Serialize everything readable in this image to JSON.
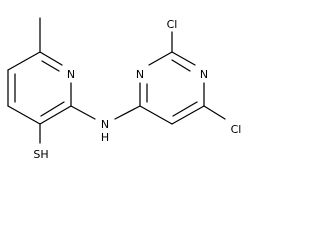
{
  "molecule": {
    "atom_labels": {
      "n_pyridine": "N",
      "n_amine": "N",
      "h_amine": "H",
      "thiol": "SH",
      "n_pyrimidine_1": "N",
      "n_pyrimidine_3": "N",
      "cl_top": "Cl",
      "cl_bottom": "Cl"
    },
    "colors": {
      "bond": "#000000",
      "text": "#000000",
      "background": "#ffffff"
    }
  }
}
